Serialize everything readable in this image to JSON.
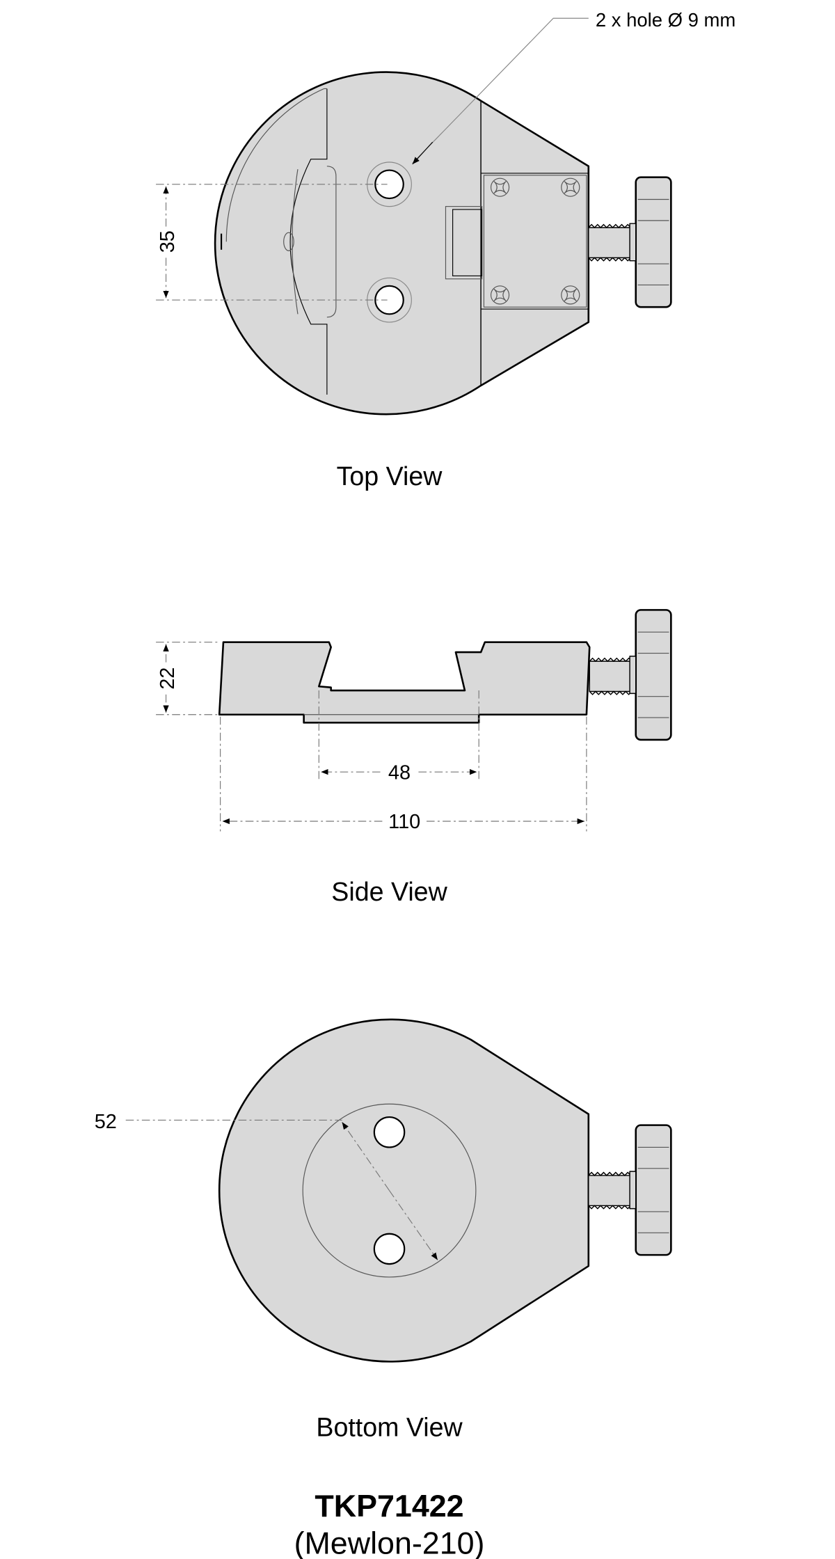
{
  "callout": {
    "holes": "2 x hole Ø 9 mm"
  },
  "views": {
    "top": {
      "label": "Top View",
      "dim_35": "35"
    },
    "side": {
      "label": "Side View",
      "dim_22": "22",
      "dim_48": "48",
      "dim_110": "110"
    },
    "bottom": {
      "label": "Bottom View",
      "dim_52": "52"
    }
  },
  "title": {
    "model": "TKP71422",
    "subtitle": "(Mewlon-210)"
  },
  "colors": {
    "part_fill": "#d9d9d9",
    "outline": "#000000"
  }
}
